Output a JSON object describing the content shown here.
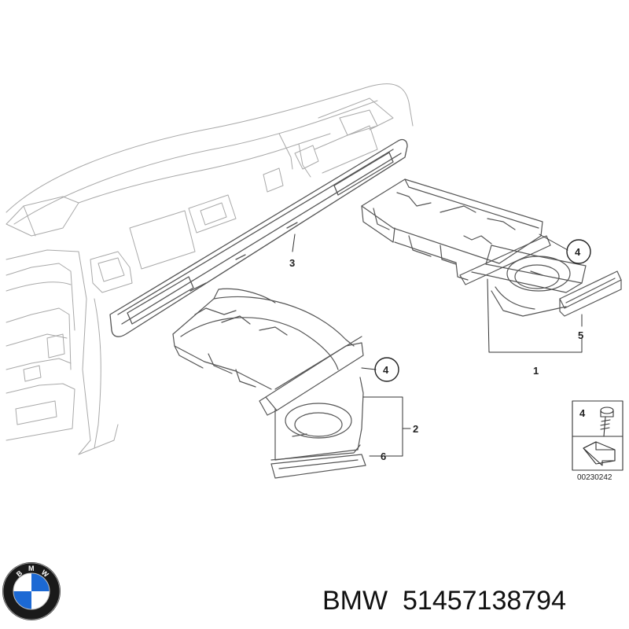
{
  "callouts": {
    "c1": "1",
    "c2": "2",
    "c3": "3",
    "c4_upper": "4",
    "c4_lower": "4",
    "c5": "5",
    "c6": "6"
  },
  "legend_box": {
    "number": "4",
    "code": "00230242"
  },
  "footer": {
    "brand": "BMW",
    "part_number": "51457138794"
  },
  "logo": {
    "letters": "BMW",
    "colors": {
      "blue": "#1c69d4",
      "ring": "#1a1a1a",
      "white": "#ffffff"
    }
  }
}
